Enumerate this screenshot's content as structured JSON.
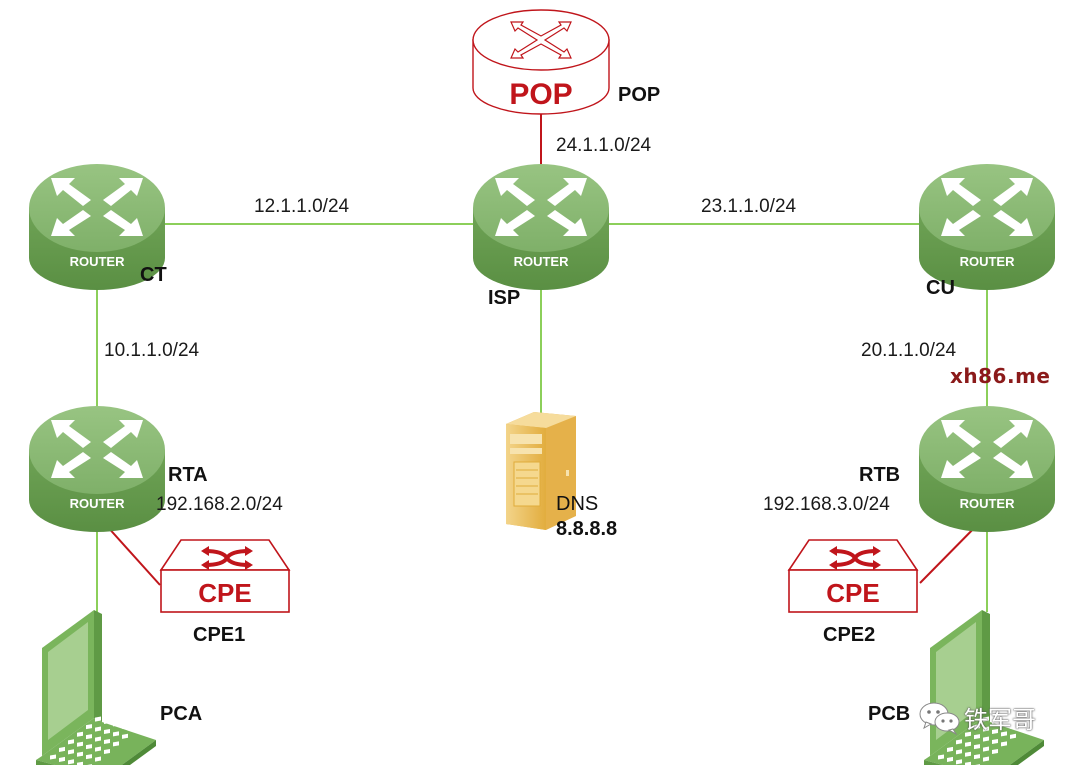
{
  "diagram": {
    "type": "network-topology",
    "colors": {
      "router_green": "#7fb069",
      "router_green_dark": "#5f9447",
      "link_green": "#8ccf5a",
      "link_red": "#c0151b",
      "pop_red": "#c0151b",
      "server_gold": "#e8b64a",
      "laptop_green": "#7ab55c",
      "watermark_red": "#8b1a1a"
    },
    "nodes": {
      "pop": {
        "label": "POP",
        "icon_text": "POP",
        "icon": "pop-cloud-router"
      },
      "ct": {
        "label": "CT",
        "icon_text": "ROUTER",
        "icon": "router"
      },
      "isp": {
        "label": "ISP",
        "icon_text": "ROUTER",
        "icon": "router"
      },
      "cu": {
        "label": "CU",
        "icon_text": "ROUTER",
        "icon": "router"
      },
      "rta": {
        "label": "RTA",
        "icon_text": "ROUTER",
        "icon": "router"
      },
      "rtb": {
        "label": "RTB",
        "icon_text": "ROUTER",
        "icon": "router"
      },
      "dns": {
        "label": "DNS",
        "ip": "8.8.8.8",
        "icon": "server"
      },
      "cpe1": {
        "label": "CPE1",
        "icon_text": "CPE",
        "icon": "cpe"
      },
      "cpe2": {
        "label": "CPE2",
        "icon_text": "CPE",
        "icon": "cpe"
      },
      "pca": {
        "label": "PCA",
        "icon": "laptop"
      },
      "pcb": {
        "label": "PCB",
        "icon": "laptop"
      }
    },
    "links": [
      {
        "from": "pop",
        "to": "isp",
        "subnet": "24.1.1.0/24",
        "color": "red"
      },
      {
        "from": "ct",
        "to": "isp",
        "subnet": "12.1.1.0/24",
        "color": "green"
      },
      {
        "from": "isp",
        "to": "cu",
        "subnet": "23.1.1.0/24",
        "color": "green"
      },
      {
        "from": "ct",
        "to": "rta",
        "subnet": "10.1.1.0/24",
        "color": "green"
      },
      {
        "from": "cu",
        "to": "rtb",
        "subnet": "20.1.1.0/24",
        "color": "green"
      },
      {
        "from": "isp",
        "to": "dns",
        "subnet": "",
        "color": "green"
      },
      {
        "from": "rta",
        "to": "cpe1",
        "subnet": "192.168.2.0/24",
        "color": "red"
      },
      {
        "from": "rta",
        "to": "pca",
        "subnet": "",
        "color": "green"
      },
      {
        "from": "rtb",
        "to": "cpe2",
        "subnet": "192.168.3.0/24",
        "color": "red"
      },
      {
        "from": "rtb",
        "to": "pcb",
        "subnet": "",
        "color": "green"
      }
    ],
    "watermarks": {
      "site": "xh86.me",
      "wechat": "铁军哥"
    }
  }
}
